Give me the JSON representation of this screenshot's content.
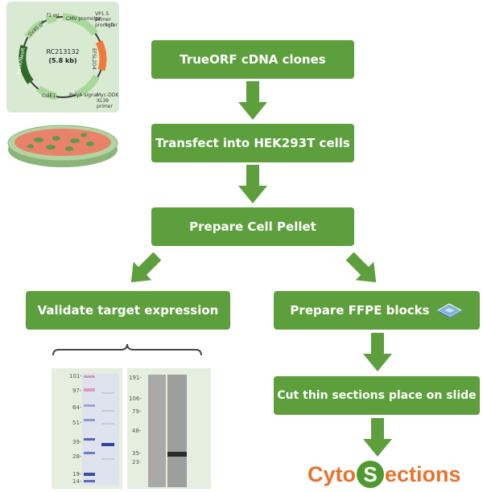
{
  "steps": {
    "s1": "TrueORF cDNA clones",
    "s2": "Transfect into HEK293T cells",
    "s3": "Prepare Cell Pellet",
    "s4": "Validate target expression",
    "s5": "Prepare FFPE blocks",
    "s6": "Cut thin sections place on slide"
  },
  "plasmid": {
    "name": "RC213132",
    "size": "(5.8 kb)",
    "labels": {
      "f1ori": "f1 ori",
      "cmv": "CMV promoter",
      "vp15": "VP1.5 primer",
      "t7": "T7 promoter",
      "sgfi": "SgfI",
      "orf": "EFSL2D4",
      "myc": "Myc-DDK",
      "xl39": "XL39 primer",
      "polya": "PolyA signal",
      "cole1": "ColE1",
      "kanr": "KanR/NeoR",
      "sv40": "SV40 ori"
    }
  },
  "gel": {
    "markers": [
      "101-",
      "97-",
      "64-",
      "51-",
      "39-",
      "28-",
      "19-",
      "14-"
    ]
  },
  "western": {
    "markers": [
      "191-",
      "106-",
      "79-",
      "48-",
      "35-",
      "23-"
    ]
  },
  "logo": {
    "part1": "Cyto",
    "letter": "S",
    "part2": "ections"
  }
}
